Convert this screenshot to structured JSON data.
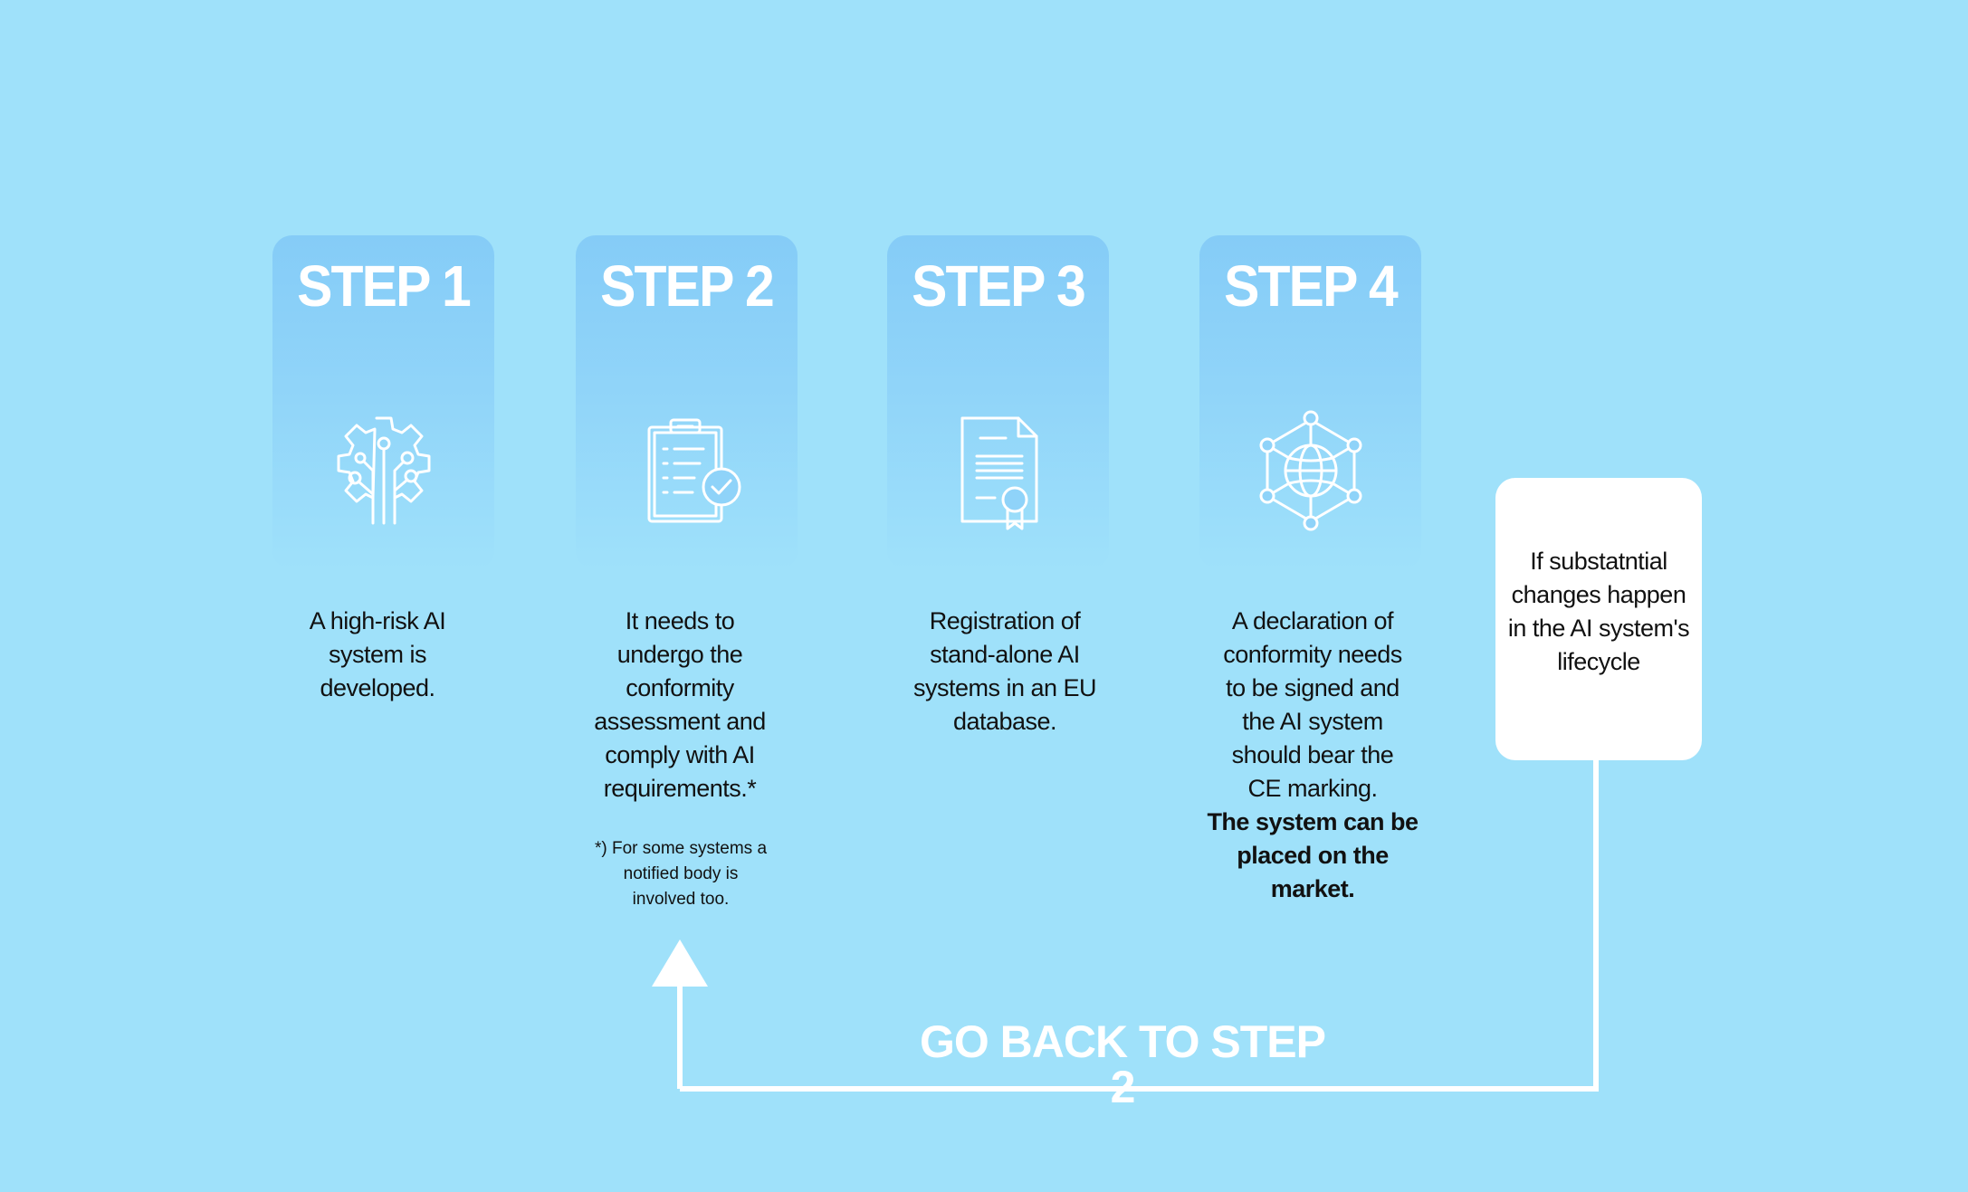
{
  "steps": [
    {
      "title": "STEP 1",
      "icon": "gear-circuit-icon",
      "description": [
        "A high-risk AI",
        "system is",
        "developed."
      ]
    },
    {
      "title": "STEP 2",
      "icon": "clipboard-check-icon",
      "description": [
        "It needs to",
        "undergo the",
        "conformity",
        "assessment and",
        "comply with AI",
        "requirements.*"
      ],
      "footnote": [
        "*) For some systems a",
        "notified body is",
        "involved too."
      ]
    },
    {
      "title": "STEP 3",
      "icon": "certificate-document-icon",
      "description": [
        "Registration of",
        "stand-alone AI",
        "systems in an EU",
        "database."
      ]
    },
    {
      "title": "STEP 4",
      "icon": "globe-network-icon",
      "description": [
        "A declaration of",
        "conformity needs",
        "to be signed and",
        "the AI system",
        "should bear the",
        "CE marking."
      ],
      "description_bold": [
        "The system can be",
        "placed on the",
        "market."
      ]
    }
  ],
  "change_note": [
    "If substatntial",
    "changes happen",
    "in the AI system's",
    "lifecycle"
  ],
  "loop_label": "GO BACK TO STEP 2",
  "colors": {
    "background": "#9fe1fa",
    "card": "#85ccf7",
    "accent_text": "#ffffff",
    "body_text": "#111111"
  }
}
